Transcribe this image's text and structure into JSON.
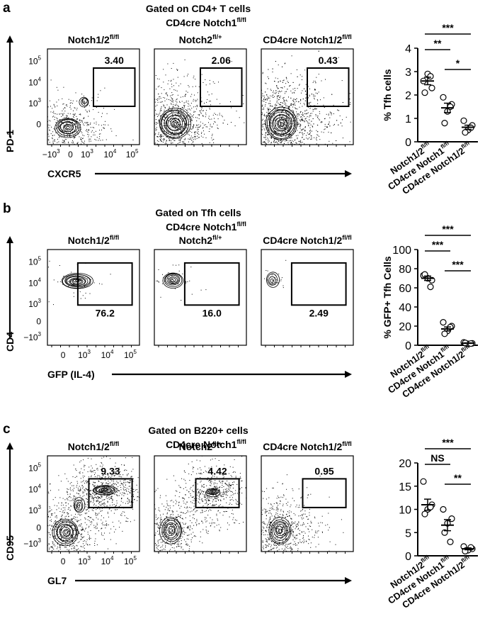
{
  "panels": [
    {
      "label": "a",
      "header": "Gated on CD4+ T cells",
      "subheader": {
        "base": "CD4cre Notch1",
        "sup": "fl/fl"
      },
      "plots": [
        {
          "title": [
            {
              "base": "Notch1/2",
              "sup": "fl/fl"
            }
          ],
          "gate_value": "3.40",
          "gate": [
            0.5,
            0.2,
            0.95,
            0.6
          ],
          "pop": "diag"
        },
        {
          "title": [
            {
              "base": "Notch2",
              "sup": "fl/+"
            }
          ],
          "gate_value": "2.06",
          "gate": [
            0.5,
            0.2,
            0.95,
            0.6
          ],
          "pop": "wide"
        },
        {
          "title": [
            {
              "base": "CD4cre Notch1/2",
              "sup": "fl/fl"
            }
          ],
          "gate_value": "0.43",
          "gate": [
            0.5,
            0.2,
            0.95,
            0.6
          ],
          "pop": "dense"
        }
      ],
      "x_axis": {
        "label": "CXCR5",
        "ticks": [
          {
            "b": "−10",
            "s": "3"
          },
          {
            "b": "0",
            "s": ""
          },
          {
            "b": "10",
            "s": "3"
          },
          {
            "b": "10",
            "s": "4"
          },
          {
            "b": "10",
            "s": "5"
          }
        ]
      },
      "y_axis": {
        "label": "PD-1",
        "ticks": [
          {
            "b": "0",
            "s": ""
          },
          {
            "b": "10",
            "s": "3"
          },
          {
            "b": "10",
            "s": "4"
          },
          {
            "b": "10",
            "s": "5"
          }
        ]
      }
    },
    {
      "label": "b",
      "header": "Gated on Tfh cells",
      "subheader": {
        "base": "CD4cre Notch1",
        "sup": "fl/fl"
      },
      "plots": [
        {
          "title": [
            {
              "base": "Notch1/2",
              "sup": "fl/fl"
            }
          ],
          "gate_value": "76.2",
          "gate": [
            0.33,
            0.14,
            0.92,
            0.58
          ],
          "pop": "cd4hi"
        },
        {
          "title": [
            {
              "base": "Notch2",
              "sup": "fl/+"
            }
          ],
          "gate_value": "16.0",
          "gate": [
            0.33,
            0.14,
            0.92,
            0.58
          ],
          "pop": "cd4mid"
        },
        {
          "title": [
            {
              "base": "CD4cre Notch1/2",
              "sup": "fl/fl"
            }
          ],
          "gate_value": "2.49",
          "gate": [
            0.33,
            0.14,
            0.92,
            0.58
          ],
          "pop": "cd4lo"
        }
      ],
      "x_axis": {
        "label": "GFP (IL-4)",
        "ticks": [
          {
            "b": "0",
            "s": ""
          },
          {
            "b": "10",
            "s": "3"
          },
          {
            "b": "10",
            "s": "4"
          },
          {
            "b": "10",
            "s": "5"
          }
        ]
      },
      "y_axis": {
        "label": "CD4",
        "ticks": [
          {
            "b": "−10",
            "s": "3"
          },
          {
            "b": "0",
            "s": ""
          },
          {
            "b": "10",
            "s": "3"
          },
          {
            "b": "10",
            "s": "4"
          },
          {
            "b": "10",
            "s": "5"
          }
        ]
      }
    },
    {
      "label": "c",
      "header": "Gated on B220+ cells",
      "subheader": {
        "base": "CD4cre Notch1",
        "sup": "fl/fl"
      },
      "plots": [
        {
          "title": [
            {
              "base": "Notch1/2",
              "sup": "fl/fl"
            }
          ],
          "gate_value": "9.33",
          "gate": [
            0.45,
            0.24,
            0.92,
            0.54
          ],
          "pop": "gc"
        },
        {
          "title": [
            {
              "base": "Notch2",
              "sup": "fl/+"
            }
          ],
          "gate_value": "4.42",
          "gate": [
            0.45,
            0.24,
            0.92,
            0.54
          ],
          "pop": "gcmid"
        },
        {
          "title": [
            {
              "base": "CD4cre Notch1/2",
              "sup": "fl/fl"
            }
          ],
          "gate_value": "0.95",
          "gate": [
            0.45,
            0.24,
            0.92,
            0.54
          ],
          "pop": "gclo"
        }
      ],
      "x_axis": {
        "label": "GL7",
        "ticks": [
          {
            "b": "0",
            "s": ""
          },
          {
            "b": "10",
            "s": "3"
          },
          {
            "b": "10",
            "s": "4"
          },
          {
            "b": "10",
            "s": "5"
          }
        ]
      },
      "y_axis": {
        "label": "CD95",
        "ticks": [
          {
            "b": "−10",
            "s": "3"
          },
          {
            "b": "0",
            "s": ""
          },
          {
            "b": "10",
            "s": "3"
          },
          {
            "b": "10",
            "s": "4"
          },
          {
            "b": "10",
            "s": "5"
          }
        ]
      }
    }
  ],
  "chart_data": [
    {
      "type": "scatter",
      "ylabel": "% Tfh cells",
      "ylim": [
        0,
        4
      ],
      "yticks": [
        "0",
        "1",
        "2",
        "3",
        "4"
      ],
      "categories": [
        {
          "base": "Notch1/2",
          "sup": "fl/fl"
        },
        {
          "base": "CD4cre Notch1",
          "sup": "fl/fl"
        },
        {
          "base": "CD4cre Notch1/2",
          "sup": "fl/fl"
        }
      ],
      "series": [
        {
          "values": [
            2.6,
            2.3,
            2.9,
            2.1,
            2.8
          ],
          "mean": 2.6,
          "sem": 0.16
        },
        {
          "values": [
            1.9,
            1.6,
            1.3,
            0.8,
            1.5
          ],
          "mean": 1.45,
          "sem": 0.2
        },
        {
          "values": [
            0.9,
            0.7,
            0.5,
            0.4,
            0.6
          ],
          "mean": 0.62,
          "sem": 0.09
        }
      ],
      "significance": [
        {
          "from": 0,
          "to": 2,
          "label": "***"
        },
        {
          "from": 0,
          "to": 1,
          "label": "**"
        },
        {
          "from": 1,
          "to": 2,
          "label": "*"
        }
      ]
    },
    {
      "type": "scatter",
      "ylabel": "% GFP+ Tfh Cells",
      "ylim": [
        0,
        100
      ],
      "yticks": [
        "0",
        "20",
        "40",
        "60",
        "80",
        "100"
      ],
      "categories": [
        {
          "base": "Notch1/2",
          "sup": "fl/fl"
        },
        {
          "base": "CD4cre Notch1",
          "sup": "fl/fl"
        },
        {
          "base": "CD4cre Notch1/2",
          "sup": "fl/fl"
        }
      ],
      "series": [
        {
          "values": [
            73,
            68,
            70,
            74,
            61
          ],
          "mean": 70,
          "sem": 2.3
        },
        {
          "values": [
            24,
            20,
            15,
            12,
            19
          ],
          "mean": 17,
          "sem": 2.1
        },
        {
          "values": [
            3,
            2,
            1.5,
            2.5,
            1.8
          ],
          "mean": 2.2,
          "sem": 0.3
        }
      ],
      "significance": [
        {
          "from": 0,
          "to": 2,
          "label": "***"
        },
        {
          "from": 0,
          "to": 1,
          "label": "***"
        },
        {
          "from": 1,
          "to": 2,
          "label": "***"
        }
      ]
    },
    {
      "type": "scatter",
      "ylabel": "",
      "ylim": [
        0,
        20
      ],
      "yticks": [
        "0",
        "5",
        "10",
        "15",
        "20"
      ],
      "categories": [
        {
          "base": "Notch1/2",
          "sup": "fl/fl"
        },
        {
          "base": "CD4cre Notch1",
          "sup": "fl/fl"
        },
        {
          "base": "CD4cre Notch1/2",
          "sup": "fl/fl"
        }
      ],
      "series": [
        {
          "values": [
            16,
            11,
            10,
            9,
            10.5
          ],
          "mean": 11,
          "sem": 1.2
        },
        {
          "values": [
            10,
            8,
            7,
            5,
            3
          ],
          "mean": 6.6,
          "sem": 1.2
        },
        {
          "values": [
            2,
            1.5,
            1.2,
            1.0,
            1.8
          ],
          "mean": 1.5,
          "sem": 0.2
        }
      ],
      "significance": [
        {
          "from": 0,
          "to": 2,
          "label": "***"
        },
        {
          "from": 0,
          "to": 1,
          "label": "NS"
        },
        {
          "from": 1,
          "to": 2,
          "label": "**"
        }
      ]
    }
  ]
}
